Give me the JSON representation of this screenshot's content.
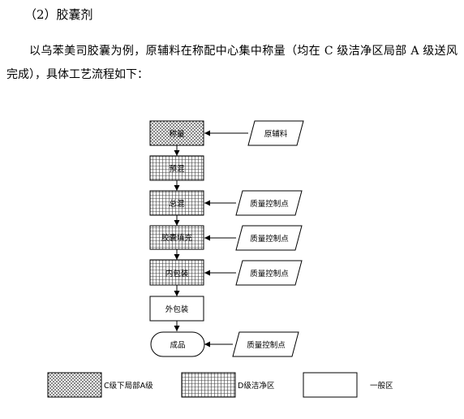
{
  "section": {
    "heading": "（2）胶囊剂",
    "paragraph": "以乌苯美司胶囊为例，原辅料在称配中心集中称量（均在 C 级洁净区局部 A 级送风完成），具体工艺流程如下："
  },
  "flowchart": {
    "steps": [
      {
        "label": "称量",
        "zone": "C级下局部A级"
      },
      {
        "label": "预混",
        "zone": "D级洁净区"
      },
      {
        "label": "总混",
        "zone": "D级洁净区"
      },
      {
        "label": "胶囊填充",
        "zone": "D级洁净区"
      },
      {
        "label": "内包装",
        "zone": "D级洁净区"
      },
      {
        "label": "外包装",
        "zone": "一般区"
      },
      {
        "label": "成品",
        "zone": "一般区"
      }
    ],
    "inputs": [
      {
        "label": "原辅料",
        "target_step": "称量"
      },
      {
        "label": "质量控制点",
        "target_step": "总混"
      },
      {
        "label": "质量控制点",
        "target_step": "胶囊填充"
      },
      {
        "label": "质量控制点",
        "target_step": "内包装"
      },
      {
        "label": "质量控制点",
        "target_step": "成品"
      }
    ]
  },
  "legend": [
    {
      "label": "C级下局部A级",
      "pattern": "diagonal-crosshatch"
    },
    {
      "label": "D级洁净区",
      "pattern": "square-grid"
    },
    {
      "label": "一般区",
      "pattern": "none"
    }
  ],
  "colors": {
    "line": "#000000",
    "fill": "#ffffff"
  }
}
